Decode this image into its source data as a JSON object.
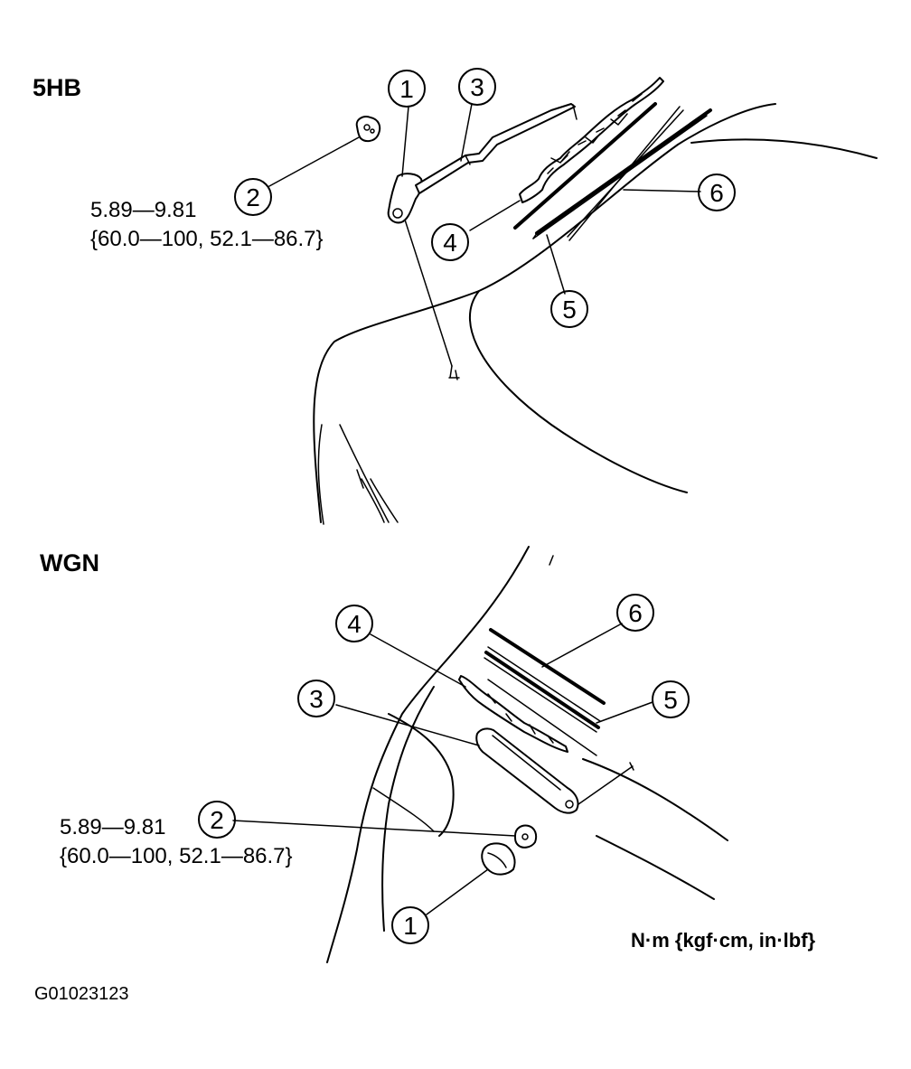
{
  "sections": [
    {
      "title": "5HB",
      "torque_line1": "5.89—9.81",
      "torque_line2": "{60.0—100, 52.1—86.7}",
      "callouts": [
        "1",
        "2",
        "3",
        "4",
        "5",
        "6"
      ]
    },
    {
      "title": "WGN",
      "torque_line1": "5.89—9.81",
      "torque_line2": "{60.0—100, 52.1—86.7}",
      "callouts": [
        "1",
        "2",
        "3",
        "4",
        "5",
        "6"
      ]
    }
  ],
  "units_note": "N·m {kgf·cm, in·lbf}",
  "figure_code": "G01023123"
}
